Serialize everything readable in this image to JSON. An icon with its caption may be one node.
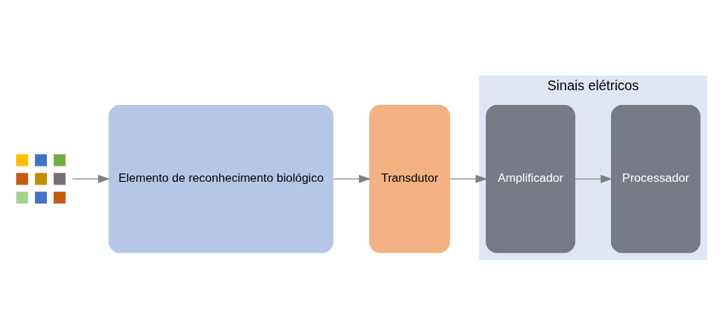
{
  "diagram": {
    "nodes": [
      {
        "text": [],
        "shape": "picture"
      },
      {
        "text": [
          "Elemento de reconhecimento biológico"
        ]
      },
      {
        "text": [
          "Transdutor"
        ]
      },
      {
        "text": [
          "Sinais elétricos"
        ]
      },
      {
        "text": [
          "Amplificador"
        ],
        "in": 3
      },
      {
        "text": [
          "Processador"
        ],
        "in": 3
      }
    ],
    "edges": [
      {
        "from": 0,
        "to": 1,
        "arrow": "to"
      },
      {
        "from": 1,
        "to": 2,
        "arrow": "to"
      },
      {
        "from": 2,
        "to": 4,
        "arrow": "to"
      },
      {
        "from": 4,
        "to": 5,
        "arrow": "to"
      }
    ]
  }
}
